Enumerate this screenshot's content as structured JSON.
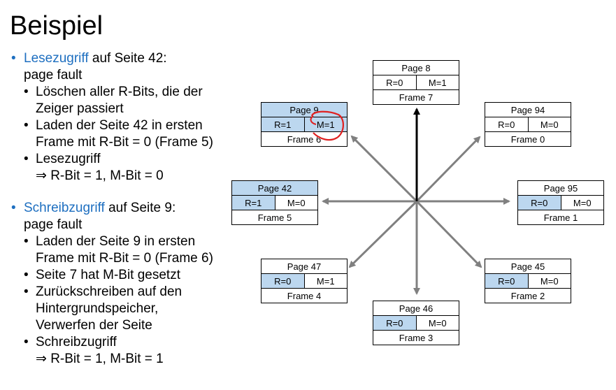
{
  "title": "Beispiel",
  "bullets": {
    "b1": {
      "highlight": "Lesezugriff",
      "rest": " auf Seite 42:",
      "line2": "page fault",
      "subs": [
        [
          "Löschen aller R-Bits, die der",
          "Zeiger passiert"
        ],
        [
          "Laden der Seite 42 in ersten",
          "Frame mit R-Bit = 0 (Frame 5)"
        ],
        [
          "Lesezugriff",
          "⇒ R-Bit = 1, M-Bit = 0"
        ]
      ]
    },
    "b2": {
      "highlight": "Schreibzugriff",
      "rest": " auf Seite 9:",
      "line2": "page fault",
      "subs": [
        [
          "Laden der Seite 9 in ersten",
          "Frame mit R-Bit = 0 (Frame 6)"
        ],
        [
          "Seite 7 hat M-Bit gesetzt"
        ],
        [
          "Zurückschreiben auf den",
          "Hintergrundspeicher,",
          "Verwerfen der Seite"
        ],
        [
          "Schreibzugriff",
          "⇒ R-Bit = 1, M-Bit = 1"
        ]
      ]
    }
  },
  "frames": [
    {
      "page": "Page 8",
      "r": "R=0",
      "m": "M=1",
      "frame": "Frame 7",
      "head_blue": false,
      "r_blue": false,
      "m_blue": false
    },
    {
      "page": "Page 94",
      "r": "R=0",
      "m": "M=0",
      "frame": "Frame 0",
      "head_blue": false,
      "r_blue": false,
      "m_blue": false
    },
    {
      "page": "Page 95",
      "r": "R=0",
      "m": "M=0",
      "frame": "Frame 1",
      "head_blue": false,
      "r_blue": true,
      "m_blue": false
    },
    {
      "page": "Page 45",
      "r": "R=0",
      "m": "M=0",
      "frame": "Frame 2",
      "head_blue": false,
      "r_blue": true,
      "m_blue": false
    },
    {
      "page": "Page 46",
      "r": "R=0",
      "m": "M=0",
      "frame": "Frame 3",
      "head_blue": false,
      "r_blue": true,
      "m_blue": false
    },
    {
      "page": "Page 47",
      "r": "R=0",
      "m": "M=1",
      "frame": "Frame 4",
      "head_blue": false,
      "r_blue": true,
      "m_blue": false
    },
    {
      "page": "Page 42",
      "r": "R=1",
      "m": "M=0",
      "frame": "Frame 5",
      "head_blue": true,
      "r_blue": true,
      "m_blue": false
    },
    {
      "page": "Page 9",
      "r": "R=1",
      "m": "M=1",
      "frame": "Frame 6",
      "head_blue": true,
      "r_blue": true,
      "m_blue": true
    }
  ],
  "colors": {
    "accent": "#1e6fc0",
    "cell_highlight": "#bcd7ef",
    "arrow": "#808080",
    "pointer": "#000000",
    "annotation": "#e02020"
  }
}
